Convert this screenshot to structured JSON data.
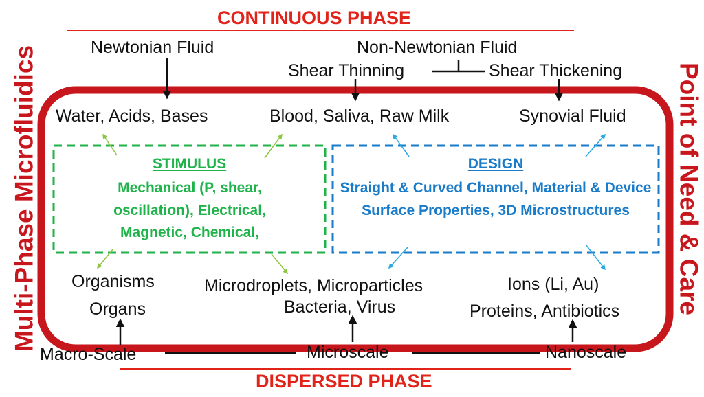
{
  "header": {
    "continuous_phase": "CONTINUOUS PHASE"
  },
  "footer": {
    "dispersed_phase": "DISPERSED PHASE"
  },
  "side": {
    "left": "Multi-Phase Microfluidics",
    "right": "Point of Need & Care"
  },
  "top_labels": {
    "newtonian": "Newtonian Fluid",
    "non_newtonian": "Non-Newtonian Fluid",
    "shear_thinning": "Shear Thinning",
    "shear_thickening": "Shear Thickening"
  },
  "inner_top": {
    "water": "Water, Acids, Bases",
    "blood": "Blood, Saliva, Raw Milk",
    "synovial": "Synovial Fluid"
  },
  "stimulus": {
    "title": "STIMULUS",
    "body": "Mechanical (P, shear, oscillation), Electrical, Magnetic, Chemical,"
  },
  "design": {
    "title": "DESIGN",
    "body": "Straight & Curved Channel, Material & Device Surface Properties, 3D Microstructures"
  },
  "inner_bottom": {
    "organisms": "Organisms",
    "organs": "Organs",
    "microdroplets": "Microdroplets, Microparticles",
    "bacteria": "Bacteria, Virus",
    "ions": "Ions (Li, Au)",
    "proteins": "Proteins, Antibiotics"
  },
  "scales": {
    "macro": "Macro-Scale",
    "micro": "Microscale",
    "nano": "Nanoscale"
  },
  "colors": {
    "frame": "#c8161d",
    "phase_text": "#e2231a",
    "stimulus": "#21b34b",
    "design": "#1a7bc9",
    "arrow_green": "#8cc63f",
    "arrow_blue": "#29a9e0"
  }
}
